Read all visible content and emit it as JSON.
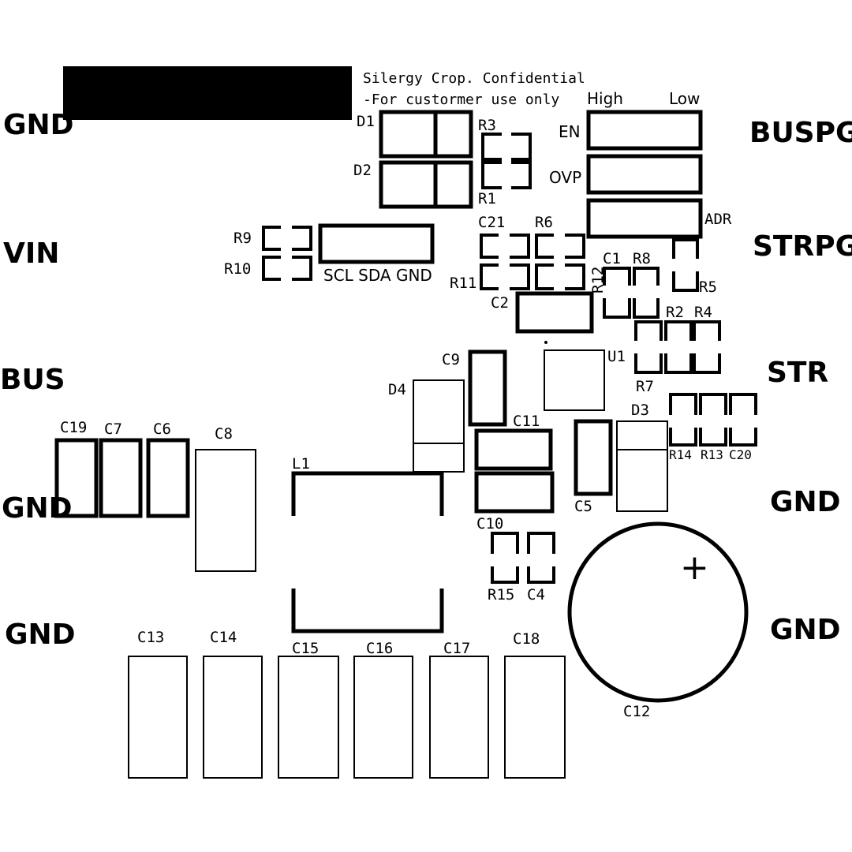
{
  "board": {
    "notice_line1": "Silergy Crop. Confidential",
    "notice_line2": "-For custormer use only",
    "jumper_high": "High",
    "jumper_low": "Low",
    "jumper_en": "EN",
    "jumper_ovp": "OVP",
    "jumper_adr": "ADR",
    "header_pins": "SCL SDA GND",
    "plus_sign": "+"
  },
  "terminals": {
    "left": [
      "GND",
      "VIN",
      "BUS",
      "GND",
      "GND"
    ],
    "right": [
      "BUSPG",
      "STRPG",
      "STR",
      "GND",
      "GND"
    ]
  },
  "refdes": {
    "d1": "D1",
    "d2": "D2",
    "d3": "D3",
    "d4": "D4",
    "r1": "R1",
    "r2": "R2",
    "r3": "R3",
    "r4": "R4",
    "r5": "R5",
    "r6": "R6",
    "r7": "R7",
    "r8": "R8",
    "r9": "R9",
    "r10": "R10",
    "r11": "R11",
    "r12": "R12",
    "r13": "R13",
    "r14": "R14",
    "r15": "R15",
    "c1": "C1",
    "c2": "C2",
    "c4": "C4",
    "c5": "C5",
    "c6": "C6",
    "c7": "C7",
    "c8": "C8",
    "c9": "C9",
    "c10": "C10",
    "c11": "C11",
    "c12": "C12",
    "c13": "C13",
    "c14": "C14",
    "c15": "C15",
    "c16": "C16",
    "c17": "C17",
    "c18": "C18",
    "c19": "C19",
    "c20": "C20",
    "c21": "C21",
    "u1": "U1",
    "l1": "L1"
  }
}
